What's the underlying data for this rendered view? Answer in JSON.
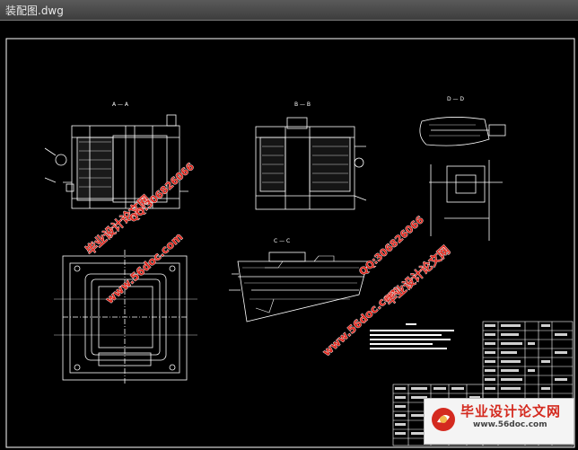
{
  "window": {
    "title": "装配图.dwg"
  },
  "views": {
    "aa": "A — A",
    "bb": "B — B",
    "cc": "C — C",
    "dd": "D — D"
  },
  "watermarks": {
    "site": "毕业设计论文网",
    "url": "www.56doc.com",
    "qq": "QQ:306826066"
  },
  "footer": {
    "title": "毕业设计论文网",
    "url": "www.56doc.com"
  },
  "colors": {
    "background": "#000000",
    "lines": "#ffffff",
    "watermark": "#e0281e"
  }
}
